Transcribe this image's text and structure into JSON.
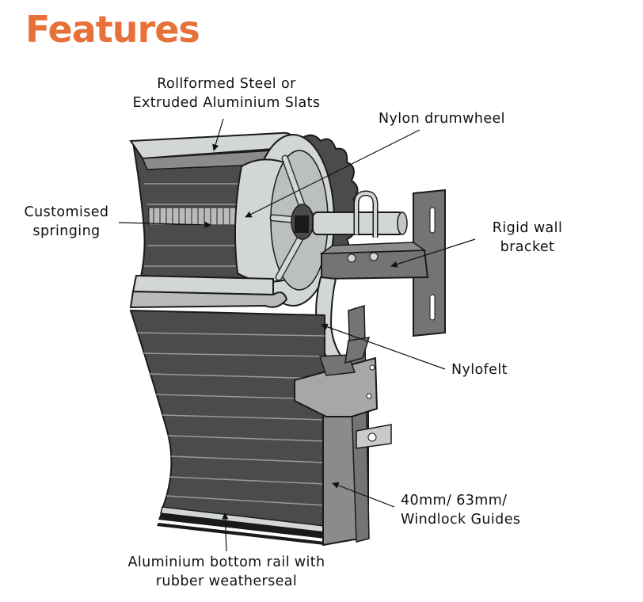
{
  "title": "Features",
  "colors": {
    "accent": "#e8713a",
    "slat_dark": "#4b4b4d",
    "slat_line": "#9a9a9c",
    "light_metal": "#d3d6d6",
    "bracket": "#747476",
    "guide": "#8b8b8d",
    "outline": "#1a1a1a"
  },
  "callouts": {
    "slats": [
      "Rollformed Steel or",
      "Extruded Aluminium Slats"
    ],
    "drumwheel": [
      "Nylon drumwheel"
    ],
    "springing": [
      "Customised",
      "springing"
    ],
    "bracket": [
      "Rigid wall",
      "bracket"
    ],
    "nylofelt": [
      "Nylofelt"
    ],
    "guides": [
      "40mm/ 63mm/",
      "Windlock Guides"
    ],
    "bottom_rail": [
      "Aluminium bottom rail with",
      "rubber weatherseal"
    ]
  }
}
